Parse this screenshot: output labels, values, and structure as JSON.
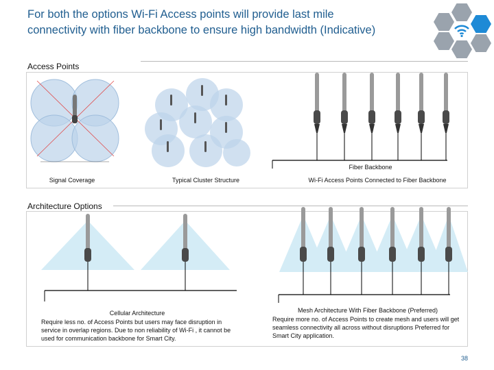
{
  "header": {
    "title": "For both the options Wi-Fi Access points will provide last mile connectivity with fiber backbone to ensure high bandwidth (Indicative)"
  },
  "sections": {
    "access_points": "Access Points",
    "architecture_options": "Architecture Options"
  },
  "access_points": {
    "signal_coverage": "Signal Coverage",
    "cluster_structure": "Typical Cluster Structure",
    "fiber_backbone_label": "Fiber Backbone",
    "connected_caption": "Wi-Fi Access Points Connected to Fiber Backbone"
  },
  "architecture": {
    "cellular_title": "Cellular Architecture",
    "cellular_desc": "Require less no. of Access Points but users may face disruption in service in overlap regions. Due to non reliability of Wi-Fi , it cannot be used for communication backbone for Smart City.",
    "mesh_title": "Mesh Architecture With Fiber Backbone (Preferred)",
    "mesh_desc": "Require more no. of Access Points to create mesh and users will get seamless connectivity all across without disruptions Preferred for Smart City application."
  },
  "footer": {
    "page_number": "38"
  },
  "colors": {
    "title": "#1f5d8f",
    "accent": "#1e8ad6",
    "coverage": "#bcd3ea",
    "beam": "#d4ecf6"
  }
}
